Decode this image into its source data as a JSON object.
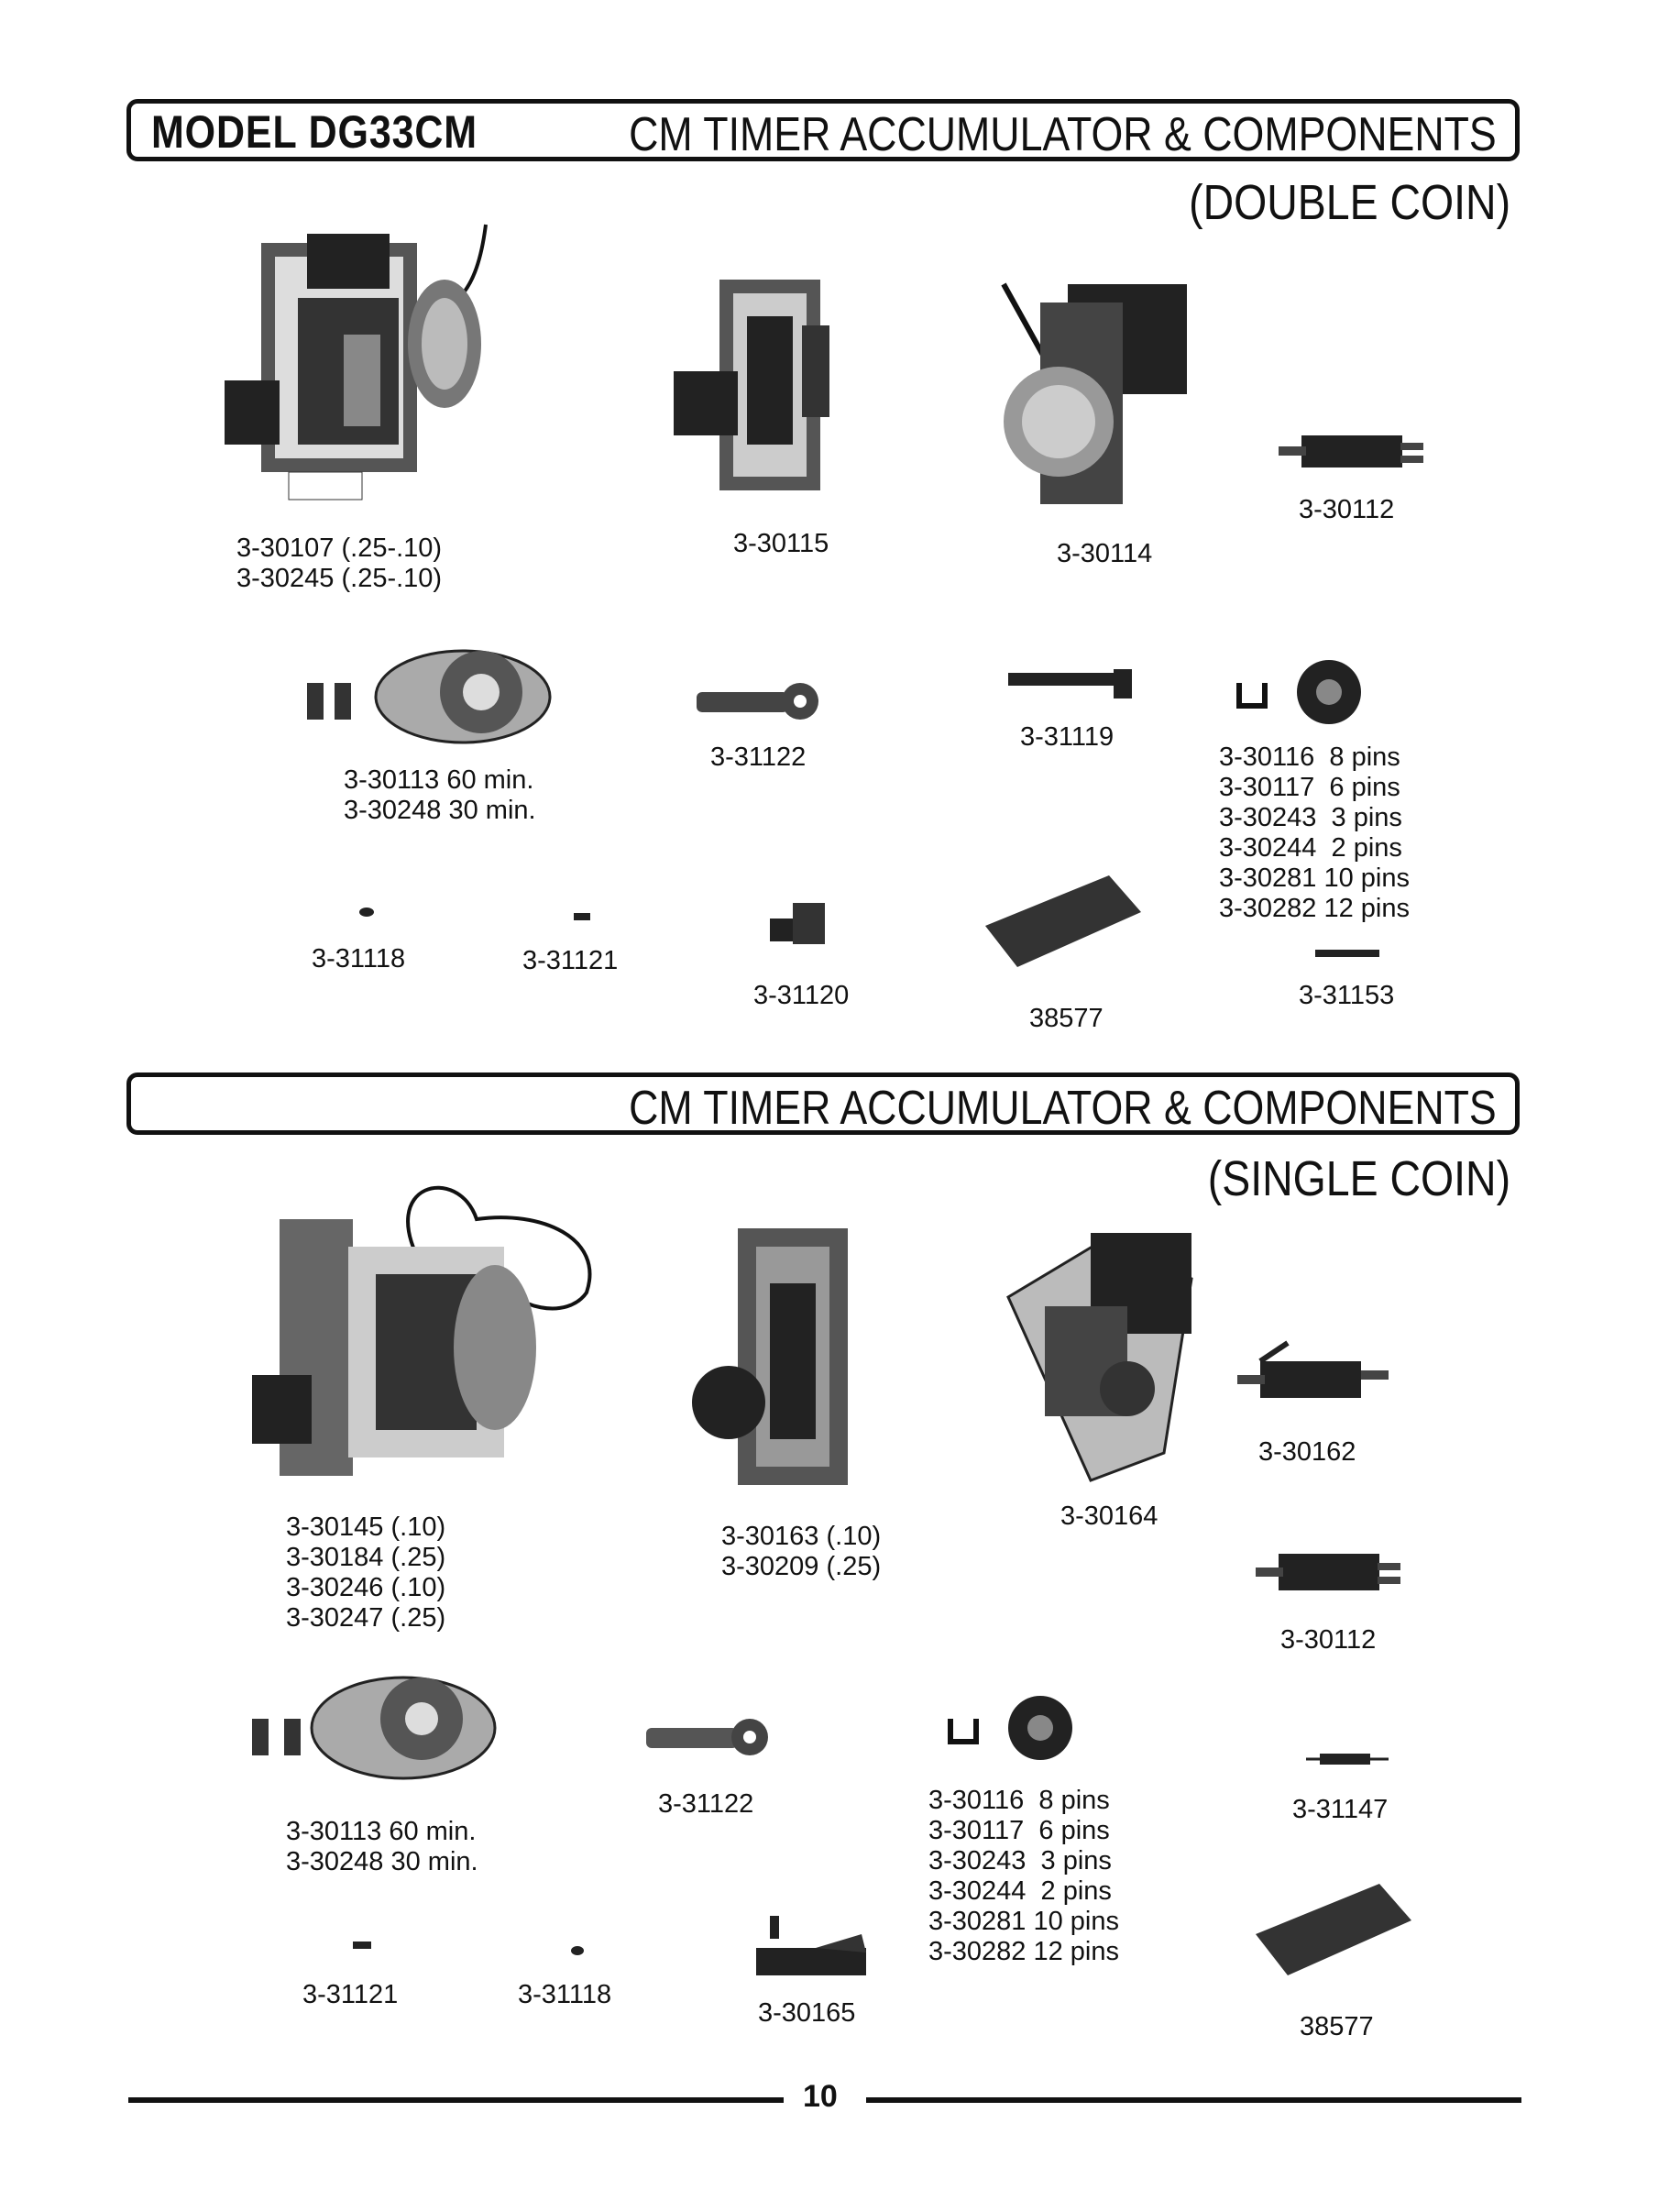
{
  "section1": {
    "model": "MODEL DG33CM",
    "title": "CM TIMER ACCUMULATOR & COMPONENTS",
    "subtitle": "(DOUBLE COIN)",
    "labels": {
      "p1": "3-30107 (.25-.10)\n3-30245 (.25-.10)",
      "p2": "3-30115",
      "p3": "3-30114",
      "p4": "3-30112",
      "p5": "3-30113 60 min.\n3-30248 30 min.",
      "p6": "3-31122",
      "p7": "3-31119",
      "p8": "3-30116  8 pins\n3-30117  6 pins\n3-30243  3 pins\n3-30244  2 pins\n3-30281 10 pins\n3-30282 12 pins",
      "p9": "3-31118",
      "p10": "3-31121",
      "p11": "3-31120",
      "p12": "38577",
      "p13": "3-31153"
    }
  },
  "section2": {
    "title": "CM TIMER ACCUMULATOR & COMPONENTS",
    "subtitle": "(SINGLE COIN)",
    "labels": {
      "p1": "3-30145 (.10)\n3-30184 (.25)\n3-30246 (.10)\n3-30247 (.25)",
      "p2": "3-30163 (.10)\n3-30209 (.25)",
      "p3": "3-30164",
      "p4": "3-30162",
      "p5": "3-30112",
      "p6": "3-30113 60 min.\n3-30248 30 min.",
      "p7": "3-31122",
      "p8": "3-30116  8 pins\n3-30117  6 pins\n3-30243  3 pins\n3-30244  2 pins\n3-30281 10 pins\n3-30282 12 pins",
      "p9": "3-31147",
      "p10": "3-31121",
      "p11": "3-31118",
      "p12": "3-30165",
      "p13": "38577"
    }
  },
  "page_number": "10"
}
